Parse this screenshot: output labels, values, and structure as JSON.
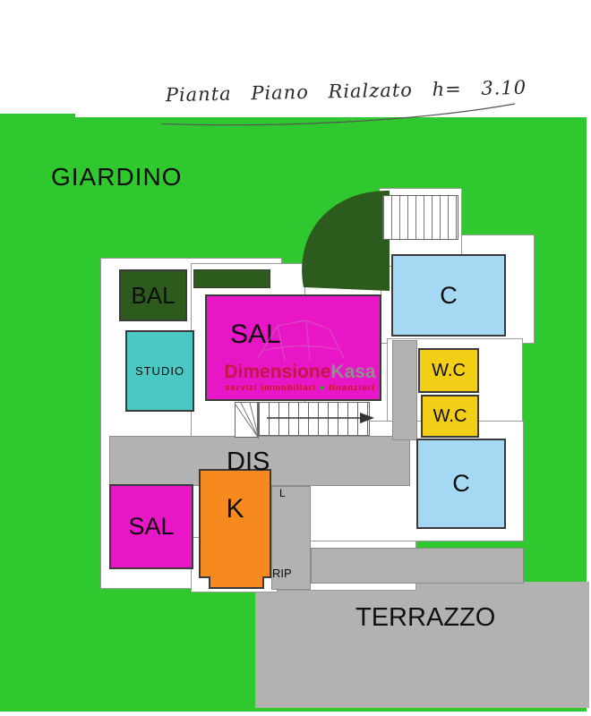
{
  "title": {
    "text": "Pianta Piano Rialzato h= 3.10"
  },
  "garden": {
    "label": "GIARDINO"
  },
  "terrace": {
    "label": "TERRAZZO"
  },
  "rooms": {
    "bal": "BAL",
    "studio": "STUDIO",
    "sal_upper": "SAL",
    "c_upper": "C",
    "wc_upper": "W.C",
    "wc_lower": "W.C",
    "c_lower": "C",
    "sal_lower": "SAL",
    "kitchen": "K",
    "dis": "DIS",
    "laundry": "L",
    "rip": "RIP"
  },
  "watermark": {
    "brand_primary": "Dimensione",
    "brand_secondary": "Kasa",
    "tagline_left": "servizi immobiliari",
    "tagline_dot": "●",
    "tagline_right": "finanziari"
  },
  "colors": {
    "garden_green": "#2fc82f",
    "balcony_dark_green": "#2d5b1e",
    "living_magenta": "#e816c6",
    "studio_turquoise": "#4cc8c4",
    "bedroom_light_blue": "#a5d8f3",
    "wc_yellow": "#f2cf16",
    "kitchen_orange": "#f78a1e",
    "corridor_gray": "#b2b2b2",
    "brand_red": "#c11844",
    "brand_gray": "#8f8f8f"
  }
}
